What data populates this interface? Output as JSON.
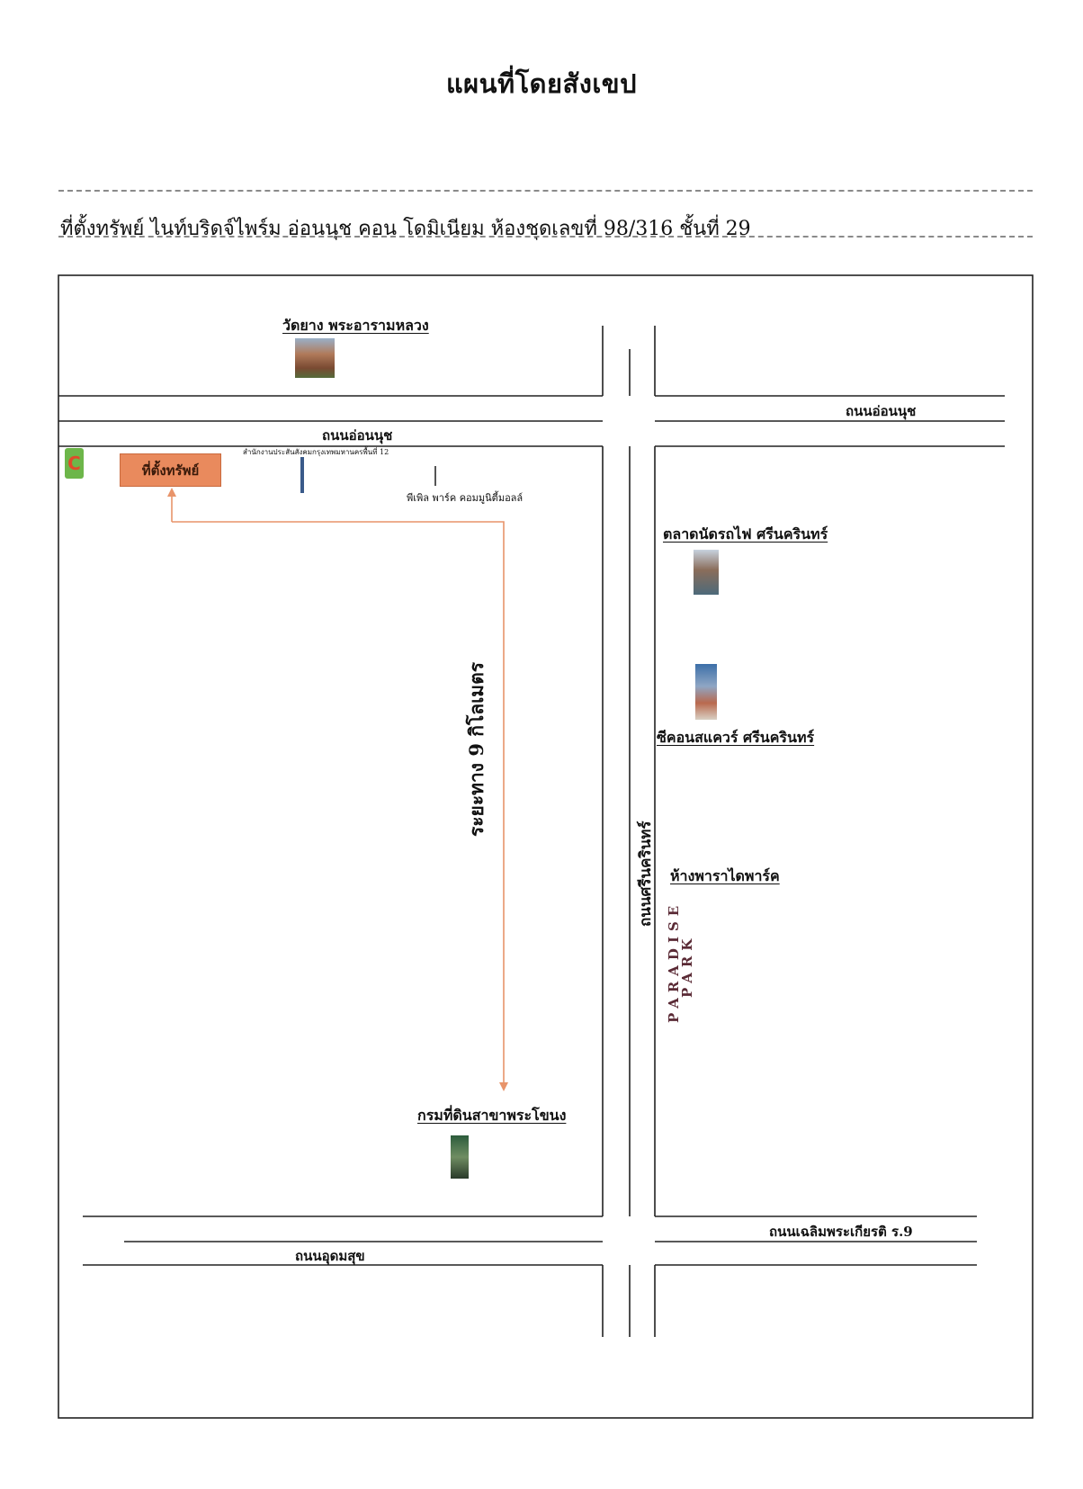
{
  "title": "แผนที่โดยสังเขป",
  "address": "ที่ตั้งทรัพย์ ไนท์บริดจ์ไพร์ม อ่อนนุช คอน โดมิเนียม ห้องชุดเลขที่ 98/316 ชั้นที่ 29",
  "roads": {
    "onnut_west": "ถนนอ่อนนุช",
    "onnut_east": "ถนนอ่อนนุช",
    "srinakarin": "ถนนศรีนครินทร์",
    "udomsuk": "ถนนอุดมสุข",
    "chalerm": "ถนนเฉลิมพระเกียรติ ร.9"
  },
  "landmarks": {
    "temple": "วัดยาง พระอารามหลวง",
    "office": "สำนักงานประสันสังคมกรุงเทพมหานครพื้นที่ 12",
    "paradise_link": "พีเพิล พาร์ค คอมมูนิตี้มอลล์",
    "train_market": "ตลาดนัดรถไฟ ศรีนครินทร์",
    "seacon": "ซีคอนสแควร์ ศรีนครินทร์",
    "paradise_park": "ห้างพาราไดพาร์ค",
    "land_dept": "กรมที่ดินสาขาพระโขนง"
  },
  "property_pin": "ที่ตั้งทรัพย์",
  "distance": "ระยะทาง 9 กิโลเมตร",
  "logo_text": {
    "line1": "PARADISE",
    "line2": "PARK"
  },
  "colors": {
    "pin_fill": "#e98a5d",
    "route": "#e8946a",
    "frame": "#222222"
  }
}
